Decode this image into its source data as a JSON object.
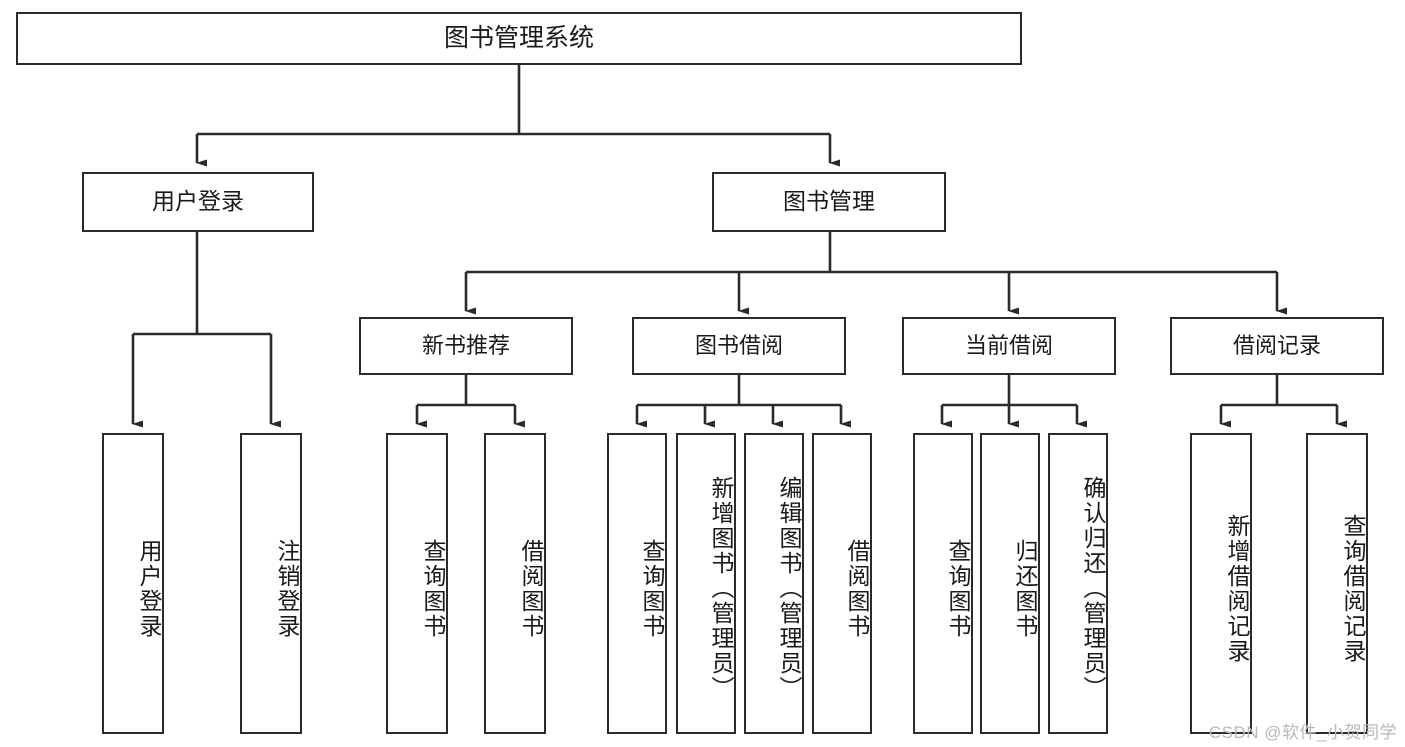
{
  "diagram": {
    "title": "图书管理系统",
    "type": "tree-hierarchy-chart",
    "watermark": "CSDN @软件_小贺同学",
    "colors": {
      "box_border": "#2b2b2b",
      "box_fill": "#ffffff",
      "connector": "#333333",
      "background": "#ffffff",
      "watermark": "#b9b9b9"
    },
    "root": {
      "label": "图书管理系统"
    },
    "level1": [
      {
        "label": "用户登录"
      },
      {
        "label": "图书管理"
      }
    ],
    "level2": [
      {
        "label": "新书推荐"
      },
      {
        "label": "图书借阅"
      },
      {
        "label": "当前借阅"
      },
      {
        "label": "借阅记录"
      }
    ],
    "leaves": {
      "user_login": [
        {
          "label": "用户登录"
        },
        {
          "label": "注销登录"
        }
      ],
      "new_book_recommend": [
        {
          "label": "查询图书"
        },
        {
          "label": "借阅图书"
        }
      ],
      "book_borrow": [
        {
          "label": "查询图书"
        },
        {
          "label": "新增图书（管理员）"
        },
        {
          "label": "编辑图书（管理员）"
        },
        {
          "label": "借阅图书"
        }
      ],
      "current_borrow": [
        {
          "label": "查询图书"
        },
        {
          "label": "归还图书"
        },
        {
          "label": "确认归还（管理员）"
        }
      ],
      "borrow_record": [
        {
          "label": "新增借阅记录"
        },
        {
          "label": "查询借阅记录"
        }
      ]
    }
  }
}
